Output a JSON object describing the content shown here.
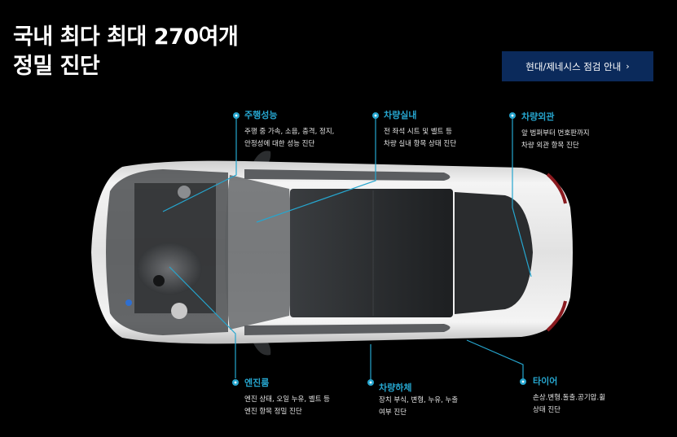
{
  "header": {
    "title_line1": "국내 최다 최대 270여개",
    "title_line2": "정밀 진단",
    "cta_label": "현대/제네시스 점검 안내",
    "cta_icon": "chevron-right-icon"
  },
  "colors": {
    "background": "#000000",
    "accent": "#26a6cf",
    "cta_background": "#0b2a5b"
  },
  "callouts": [
    {
      "id": "driving",
      "label": "주행성능",
      "desc_line1": "주행 중 가속, 소음, 충격, 정지,",
      "desc_line2": "안정성에 대한 성능 진단"
    },
    {
      "id": "interior",
      "label": "차량실내",
      "desc_line1": "전 좌석 시트 및 벨트 등",
      "desc_line2": "차량 실내 항목 상태 진단"
    },
    {
      "id": "exterior",
      "label": "차량외관",
      "desc_line1": "앞 범퍼부터 번호판까지",
      "desc_line2": "차량 외관 항목 진단"
    },
    {
      "id": "engine",
      "label": "엔진룸",
      "desc_line1": "엔진 상태, 오일 누유, 벨트 등",
      "desc_line2": "엔진 항목 정밀 진단"
    },
    {
      "id": "underbody",
      "label": "차량하체",
      "desc_line1": "장치 부식, 변형, 누유, 누출",
      "desc_line2": "여부 진단"
    },
    {
      "id": "tire",
      "label": "타이어",
      "desc_line1": "손상.변형.돌출.공기압.휠",
      "desc_line2": "상태 진단"
    }
  ]
}
